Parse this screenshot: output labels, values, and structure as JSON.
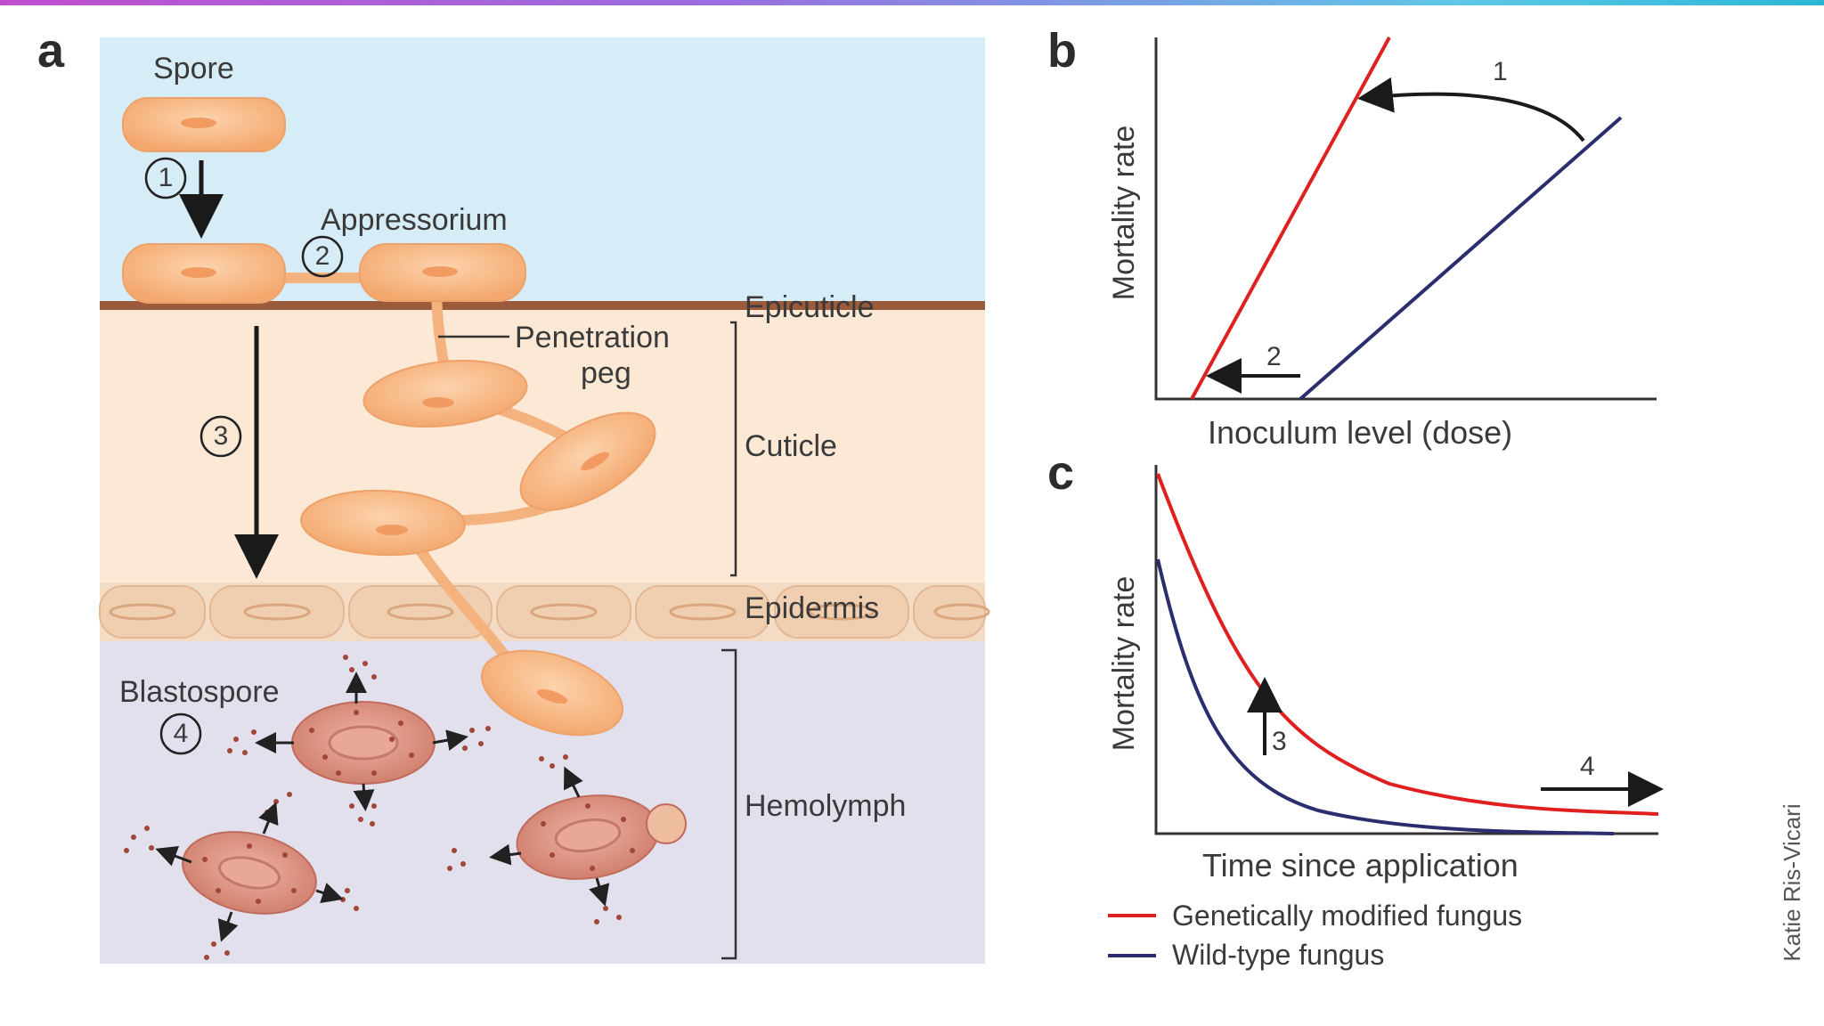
{
  "panel_a": {
    "letter": "a",
    "labels": {
      "spore": "Spore",
      "appressorium": "Appressorium",
      "epicuticle": "Epicuticle",
      "penetration_peg_1": "Penetration",
      "penetration_peg_2": "peg",
      "cuticle": "Cuticle",
      "epidermis": "Epidermis",
      "blastospore": "Blastospore",
      "hemolymph": "Hemolymph"
    },
    "steps": [
      "1",
      "2",
      "3",
      "4"
    ],
    "colors": {
      "sky": "#d6ecf6",
      "cuticle": "#fbe9d6",
      "epidermis": "#f4dcc4",
      "hemolymph": "#e3e0ee",
      "fungus": "#f7b98a",
      "blastospore": "#d9907f"
    }
  },
  "panel_b": {
    "letter": "b",
    "ylabel": "Mortality rate",
    "xlabel": "Inoculum level (dose)",
    "annotations": [
      "1",
      "2"
    ]
  },
  "panel_c": {
    "letter": "c",
    "ylabel": "Mortality rate",
    "xlabel": "Time since application",
    "annotations": [
      "3",
      "4"
    ]
  },
  "legend": [
    {
      "name": "Genetically modified fungus",
      "color": "#e02020"
    },
    {
      "name": "Wild-type fungus",
      "color": "#2a2d6e"
    }
  ],
  "credit": "Katie Ris-Vicari"
}
